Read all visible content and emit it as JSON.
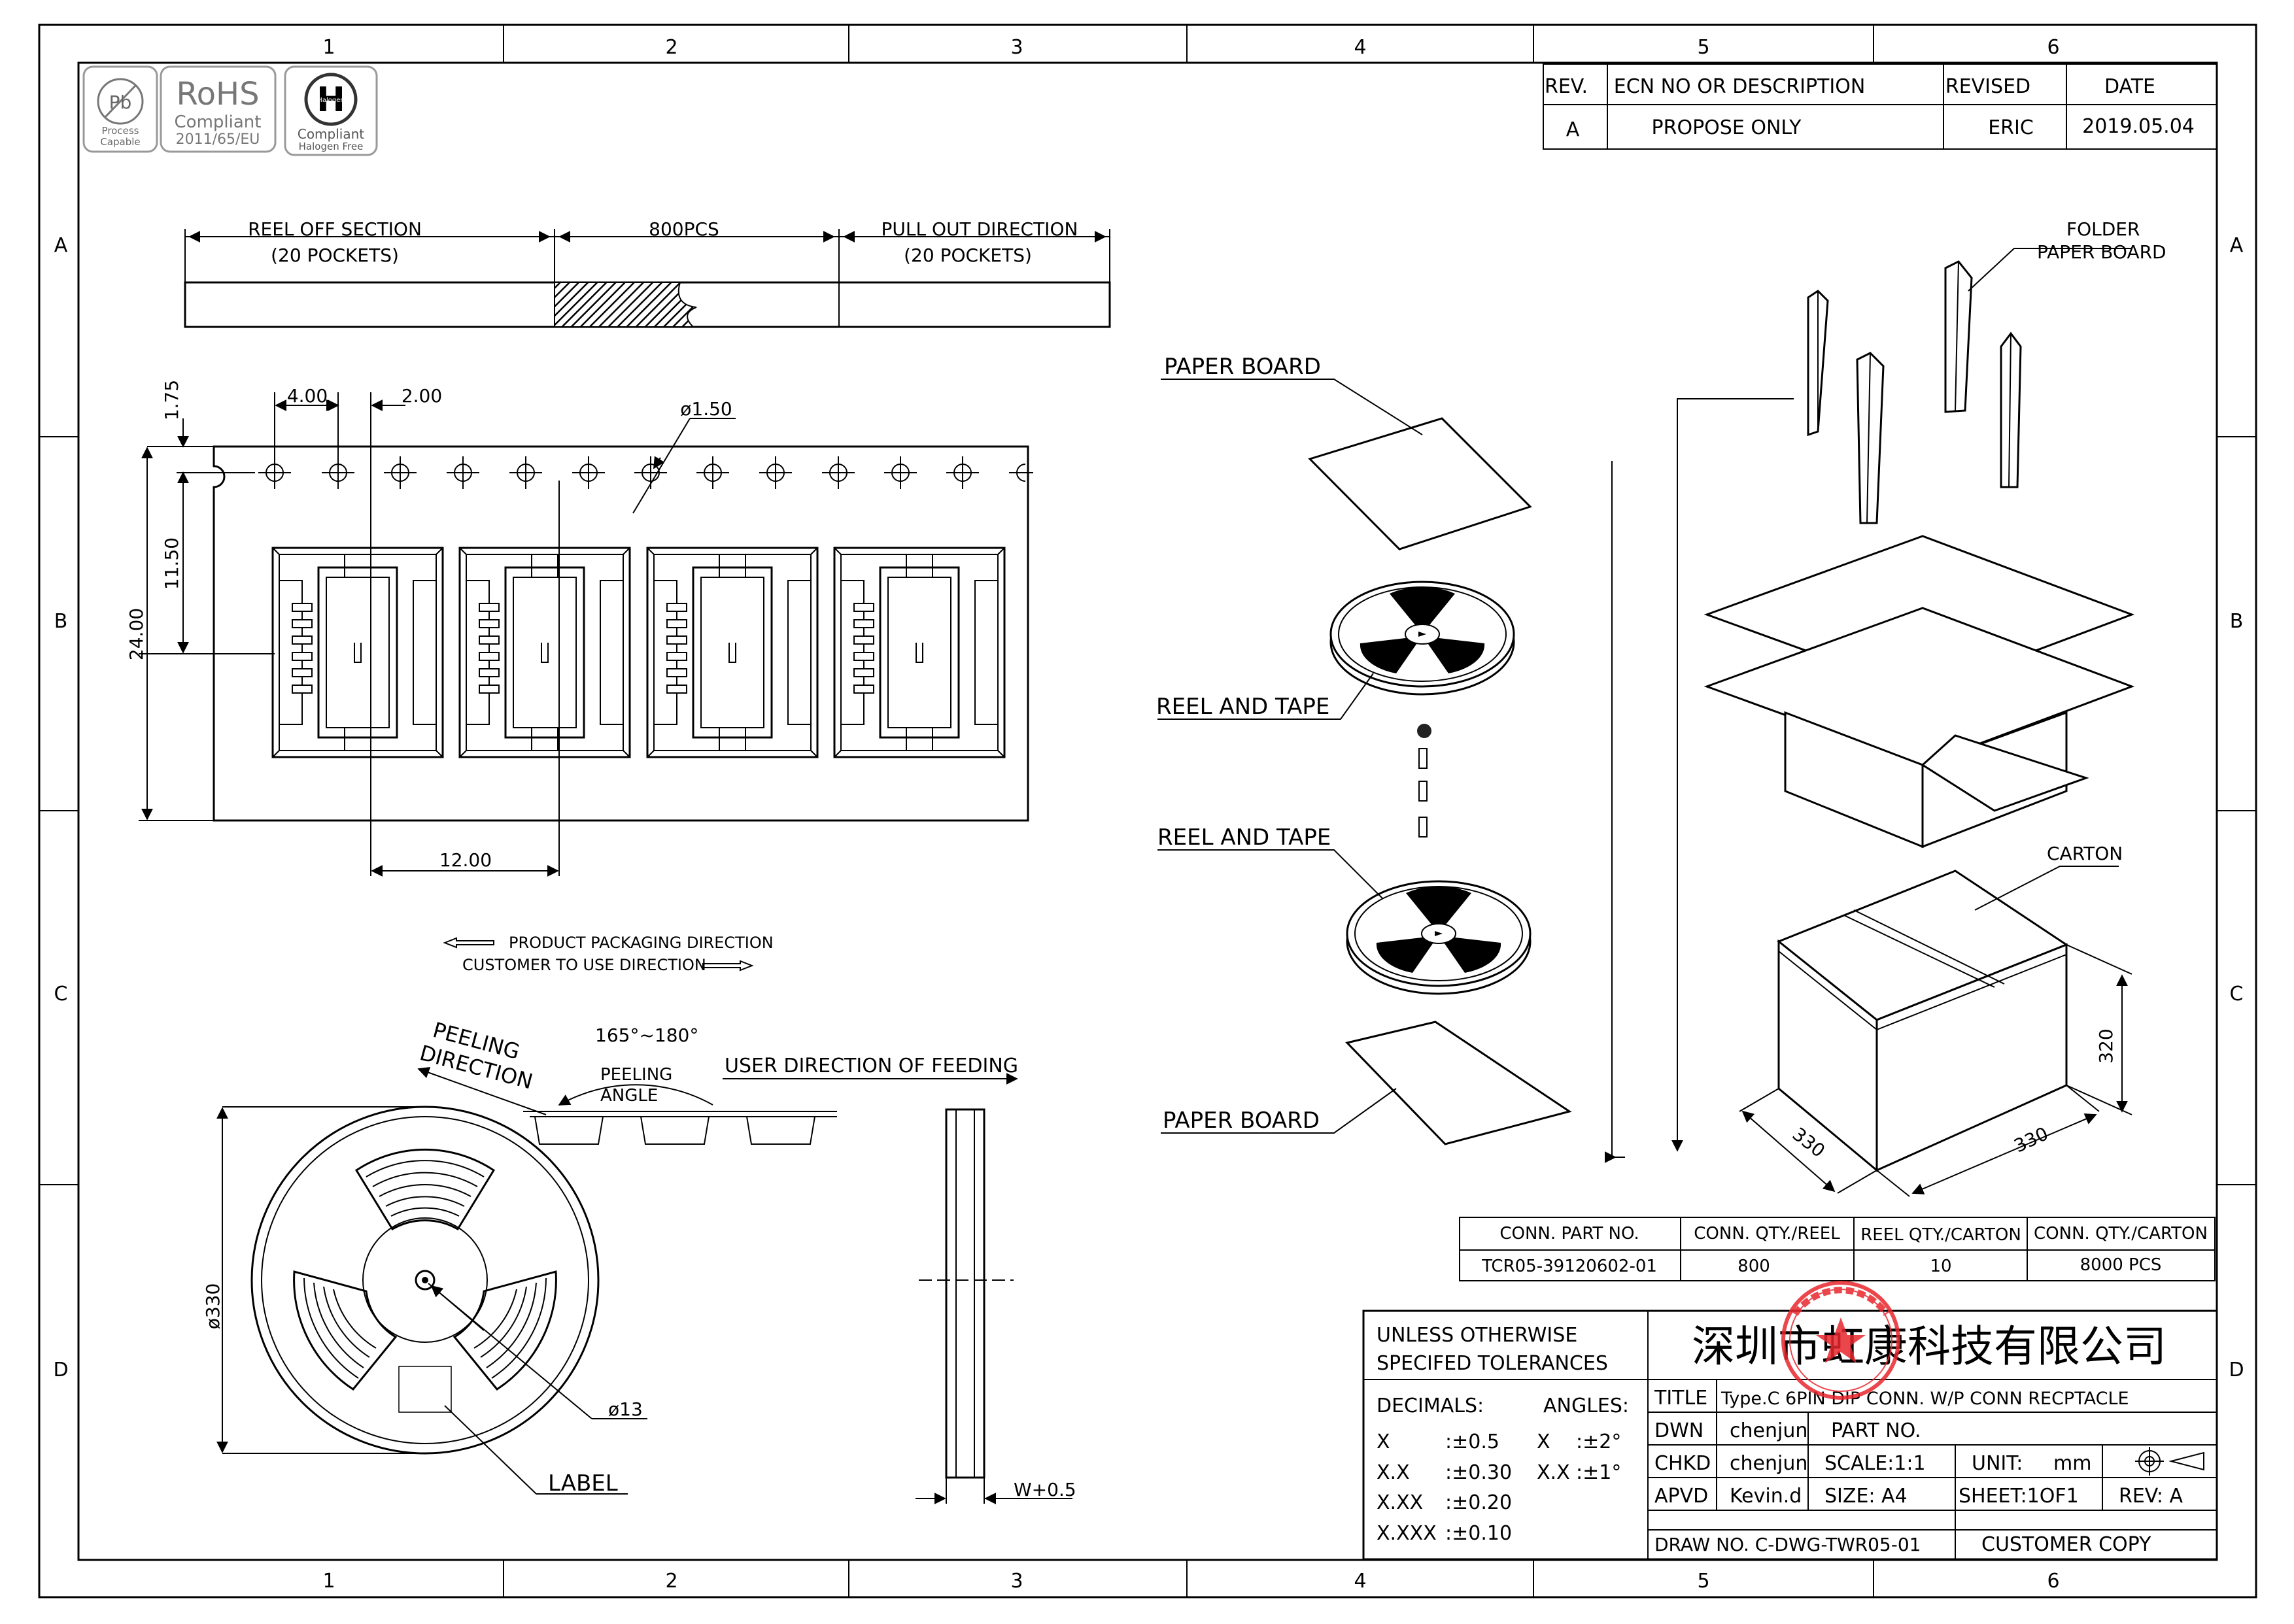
{
  "border": {
    "columns": [
      "1",
      "2",
      "3",
      "4",
      "5",
      "6"
    ],
    "rows": [
      "A",
      "B",
      "C",
      "D"
    ]
  },
  "compliance": {
    "pb": {
      "symbol": "Pb",
      "line1": "Process",
      "line2": "Capable"
    },
    "rohs": {
      "title": "RoHS",
      "line1": "Compliant",
      "line2": "2011/65/EU"
    },
    "halogen": {
      "symbol": "H",
      "ring": "Halogen",
      "line1": "Compliant",
      "line2": "Halogen Free"
    }
  },
  "revision": {
    "headers": [
      "REV.",
      "ECN NO OR DESCRIPTION",
      "REVISED",
      "DATE"
    ],
    "row": [
      "A",
      "PROPOSE ONLY",
      "ERIC",
      "2019.05.04"
    ]
  },
  "tape": {
    "reel_off_title": "REEL OFF SECTION",
    "reel_off_sub": "(20 POCKETS)",
    "pcs": "800PCS",
    "pull_out_title": "PULL OUT DIRECTION",
    "pull_out_sub": "(20 POCKETS)",
    "dims": {
      "d175": "1.75",
      "d400": "4.00",
      "d200": "2.00",
      "d150": "ø1.50",
      "d1150": "11.50",
      "d2400": "24.00",
      "d1200": "12.00"
    },
    "product_direction": "PRODUCT PACKAGING DIRECTION",
    "customer_direction": "CUSTOMER TO USE DIRECTION"
  },
  "reel_view": {
    "peeling_direction_1": "PEELING",
    "peeling_direction_2": "DIRECTION",
    "angle": "165°~180°",
    "peeling_angle_1": "PEELING",
    "peeling_angle_2": "ANGLE",
    "feeding": "USER DIRECTION OF FEEDING",
    "diameter": "ø330",
    "hub": "ø13",
    "label": "LABEL",
    "width": "W+0.5"
  },
  "packing": {
    "folder_1": "FOLDER",
    "folder_2": "PAPER BOARD",
    "paper_board_top": "PAPER BOARD",
    "reel_tape_1": "REEL AND TAPE",
    "reel_tape_2": "REEL AND TAPE",
    "paper_board_bottom": "PAPER BOARD",
    "carton": "CARTON",
    "dim_h": "320",
    "dim_l": "330",
    "dim_w": "330"
  },
  "qty_table": {
    "headers": [
      "CONN. PART NO.",
      "CONN. QTY./REEL",
      "REEL QTY./CARTON",
      "CONN. QTY./CARTON"
    ],
    "row": [
      "TCR05-39120602-01",
      "800",
      "10",
      "8000 PCS"
    ]
  },
  "title_block": {
    "tol_1": "UNLESS OTHERWISE",
    "tol_2": "SPECIFED TOLERANCES",
    "company": "深圳市虹康科技有限公司",
    "decimals": "DECIMALS:",
    "angles": "ANGLES:",
    "x_key": "X",
    "x_val": ":±0.5",
    "xx_key": "X.X",
    "xx_val": ":±0.30",
    "xxx_key": "X.XX",
    "xxx_val": ":±0.20",
    "xxxx_key": "X.XXX",
    "xxxx_val": ":±0.10",
    "ax_key": "X",
    "ax_val": ":±2°",
    "axx_key": "X.X",
    "axx_val": ":±1°",
    "title_label": "TITLE",
    "title_value": "Type.C 6PIN DIP CONN. W/P CONN RECPTACLE",
    "dwn_label": "DWN",
    "dwn_value": "chenjun",
    "part_no": "PART NO.",
    "chkd_label": "CHKD",
    "chkd_value": "chenjun",
    "scale": "SCALE:1:1",
    "unit": "UNIT:",
    "unit_value": "mm",
    "apvd_label": "APVD",
    "apvd_value": "Kevin.d",
    "size": "SIZE: A4",
    "sheet": "SHEET:1OF1",
    "rev": "REV: A",
    "drawing_no": "DRAW NO. C-DWG-TWR05-01",
    "copy": "CUSTOMER COPY"
  },
  "colors": {
    "line": "#000000",
    "stamp": "#e8262d"
  }
}
